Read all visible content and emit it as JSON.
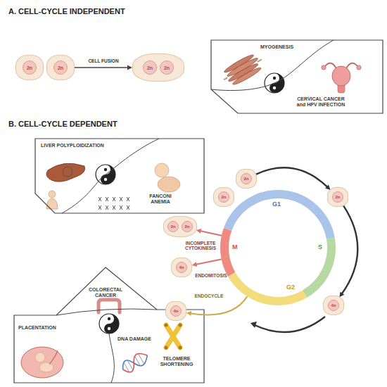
{
  "diagram": {
    "nodes": [
      {
        "text": [
          "2n"
        ]
      },
      {
        "text": [
          "2n"
        ]
      },
      {
        "text": [
          "2n",
          "2n"
        ]
      },
      {
        "text": [
          "MYOGENESIS",
          "CERVICAL CANCER and HPV INFECTION"
        ]
      },
      {
        "text": [
          "LIVER POLYPLOIDIZATION",
          "FANCONI ANEMIA"
        ]
      },
      {
        "text": [
          "G1",
          "S",
          "G2",
          "M"
        ]
      },
      {
        "text": [
          "2n"
        ]
      },
      {
        "text": [
          "2n"
        ]
      },
      {
        "text": [
          "2n"
        ]
      },
      {
        "text": [
          "4n"
        ]
      },
      {
        "text": [
          "2n",
          "2n"
        ]
      },
      {
        "text": [
          "4n"
        ]
      },
      {
        "text": [
          "4n"
        ]
      },
      {
        "text": [
          "COLORECTAL CANCER",
          "PLACENTATION",
          "DNA DAMAGE",
          "TELOMERE SHORTENING"
        ]
      }
    ],
    "edges": [
      {
        "from": 1,
        "to": 2,
        "arrow": "to",
        "label": "CELL FUSION"
      },
      {
        "from": 6,
        "to": 8,
        "arrow": "to"
      },
      {
        "from": 8,
        "to": 9,
        "arrow": "to"
      },
      {
        "from": 5,
        "to": 10,
        "arrow": "to",
        "label": "INCOMPLETE CYTOKINESIS"
      },
      {
        "from": 5,
        "to": 11,
        "arrow": "to",
        "label": "ENDOMITOSIS"
      },
      {
        "from": 5,
        "to": 12,
        "arrow": "to",
        "label": "ENDOCYCLE"
      }
    ],
    "labels": [
      "A. CELL-CYCLE INDEPENDENT",
      "B. CELL-CYCLE DEPENDENT"
    ]
  }
}
